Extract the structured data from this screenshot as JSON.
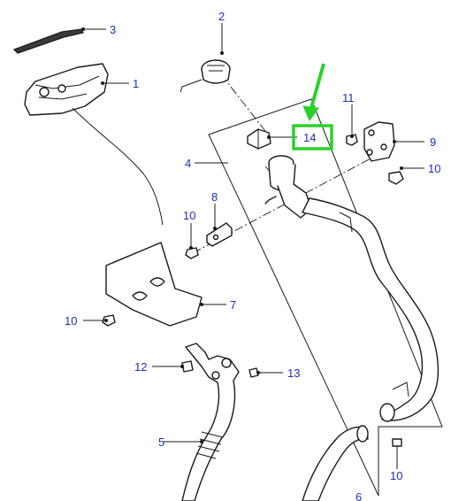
{
  "highlight_color": "#2bd12b",
  "callout_color": "#1f2fb8",
  "callouts": {
    "c1": "1",
    "c2": "2",
    "c3": "3",
    "c4": "4",
    "c5": "5",
    "c6": "6",
    "c7": "7",
    "c8": "8",
    "c9": "9",
    "c10a": "10",
    "c10b": "10",
    "c10c": "10",
    "c10d": "10",
    "c11": "11",
    "c12": "12",
    "c13": "13",
    "c14": "14"
  }
}
